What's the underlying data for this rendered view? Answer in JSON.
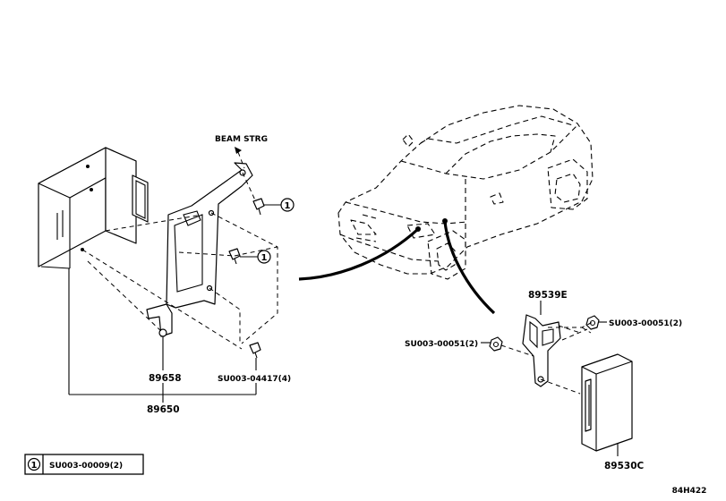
{
  "diagram": {
    "drawing_code": "84H422",
    "annotations": {
      "beam_strg": "BEAM STRG"
    },
    "callout_number": "1",
    "parts": {
      "bracket_left": "89658",
      "assembly_left": "89650",
      "bracket_right": "89539E",
      "ecu_right": "89530C"
    },
    "fasteners": {
      "bolt_bracket": "SU003-04417(4)",
      "nut_right_top": "SU003-00051(2)",
      "nut_right_left": "SU003-00051(2)"
    },
    "legend": {
      "number": "1",
      "part": "SU003-00009(2)"
    }
  }
}
